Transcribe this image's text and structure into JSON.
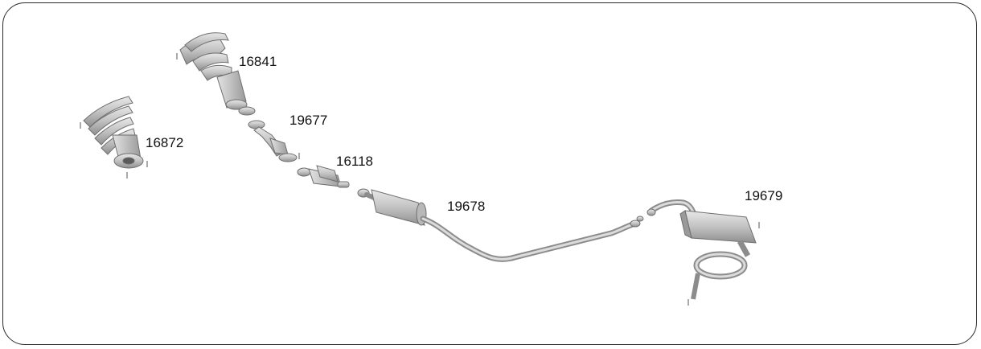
{
  "diagram": {
    "parts": [
      {
        "number": "16841",
        "name": "exhaust-manifold"
      },
      {
        "number": "16872",
        "name": "exhaust-manifold-with-catalyst"
      },
      {
        "number": "19677",
        "name": "front-flex-pipe"
      },
      {
        "number": "16118",
        "name": "catalytic-converter"
      },
      {
        "number": "19678",
        "name": "centre-silencer-and-pipe"
      },
      {
        "number": "19679",
        "name": "rear-silencer"
      }
    ]
  },
  "colors": {
    "metal_light": "#d4d4d4",
    "metal_mid": "#b3b3b3",
    "metal_dark": "#8c8c8c",
    "outline": "#6f6f6f",
    "frame": "#2a2a2a"
  }
}
